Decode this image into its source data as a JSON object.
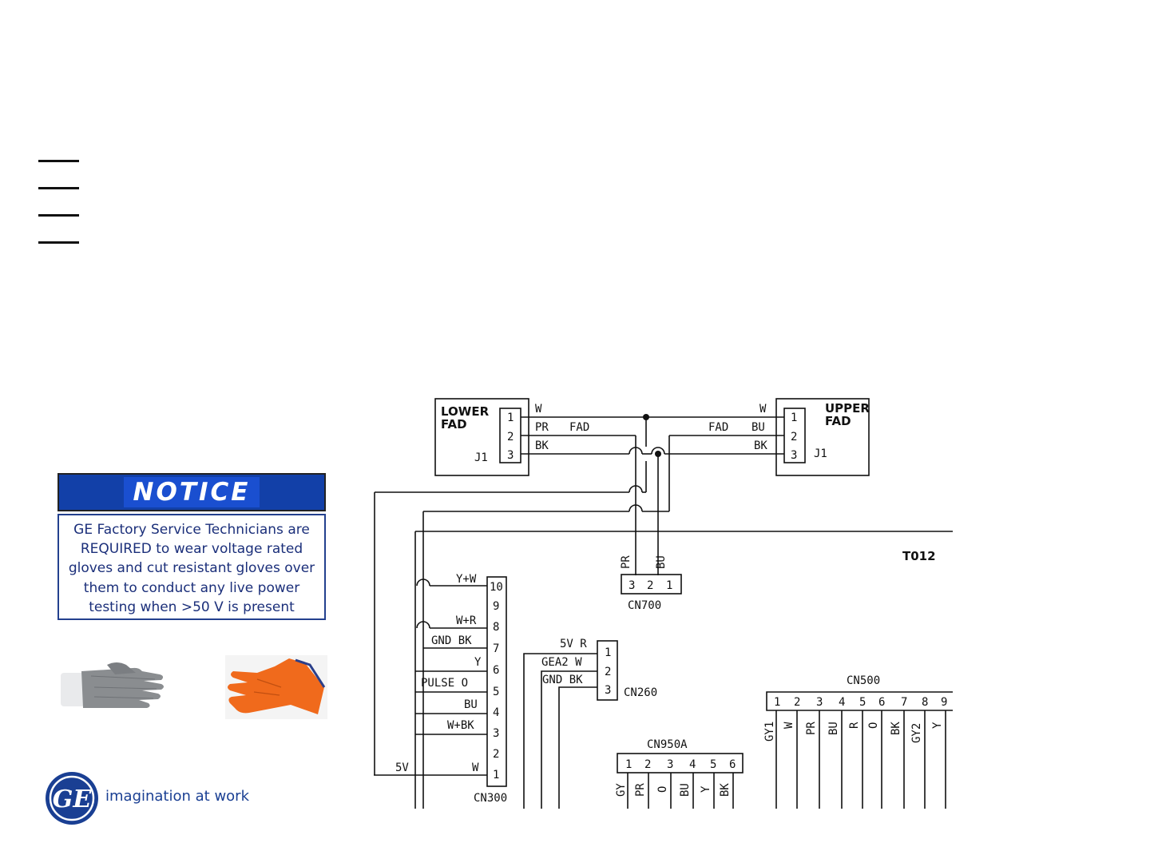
{
  "notice": {
    "title": "NOTICE",
    "lines": [
      "GE Factory Service Technicians are",
      "REQUIRED to wear voltage rated",
      "gloves and cut resistant gloves over",
      "them to conduct any live power",
      "testing when >50 V is present"
    ]
  },
  "brand": {
    "tagline": "imagination at work",
    "logo_text": "GE"
  },
  "icons": [
    "cut-resistant-glove-icon",
    "voltage-rated-glove-icon",
    "ge-logo-icon"
  ],
  "colors": {
    "notice_blue": "#1a4fd0",
    "notice_text": "#1b2f7a",
    "glove_orange": "#f06a1c",
    "glove_gray": "#8a8d90",
    "ge_blue": "#1a3f93"
  },
  "diagram": {
    "lower_fad": {
      "title": [
        "LOWER",
        "FAD"
      ],
      "connector": "J1",
      "pins": [
        "1",
        "2",
        "3"
      ],
      "wires": [
        "W",
        "PR",
        "BK"
      ]
    },
    "upper_fad": {
      "title": [
        "UPPER",
        "FAD"
      ],
      "connector": "J1",
      "pins": [
        "1",
        "2",
        "3"
      ],
      "wires": [
        "W",
        "BU",
        "BK"
      ]
    },
    "fad_labels": [
      "FAD",
      "FAD"
    ],
    "board_id": "T012",
    "cn700": {
      "name": "CN700",
      "pins": [
        "3",
        "2",
        "1"
      ],
      "wires": [
        "PR",
        "BU"
      ]
    },
    "cn300": {
      "name": "CN300",
      "pins": [
        "10",
        "9",
        "8",
        "7",
        "6",
        "5",
        "4",
        "3",
        "2",
        "1"
      ],
      "wire_labels": [
        "Y+W",
        "W+R",
        "GND BK",
        "Y",
        "PULSE O",
        "BU",
        "W+BK",
        "W"
      ],
      "supply": "5V"
    },
    "cn260": {
      "name": "CN260",
      "pins": [
        "1",
        "2",
        "3"
      ],
      "wires": [
        "5V R",
        "GEA2 W",
        "GND BK"
      ]
    },
    "cn950a": {
      "name": "CN950A",
      "pins": [
        "1",
        "2",
        "3",
        "4",
        "5",
        "6"
      ],
      "wires": [
        "GY",
        "PR",
        "O",
        "BU",
        "Y",
        "BK"
      ]
    },
    "cn500": {
      "name": "CN500",
      "pins": [
        "1",
        "2",
        "3",
        "4",
        "5",
        "6",
        "7",
        "8",
        "9"
      ],
      "wires": [
        "GY1",
        "W",
        "PR",
        "BU",
        "R",
        "O",
        "BK",
        "GY2",
        "Y"
      ]
    }
  }
}
